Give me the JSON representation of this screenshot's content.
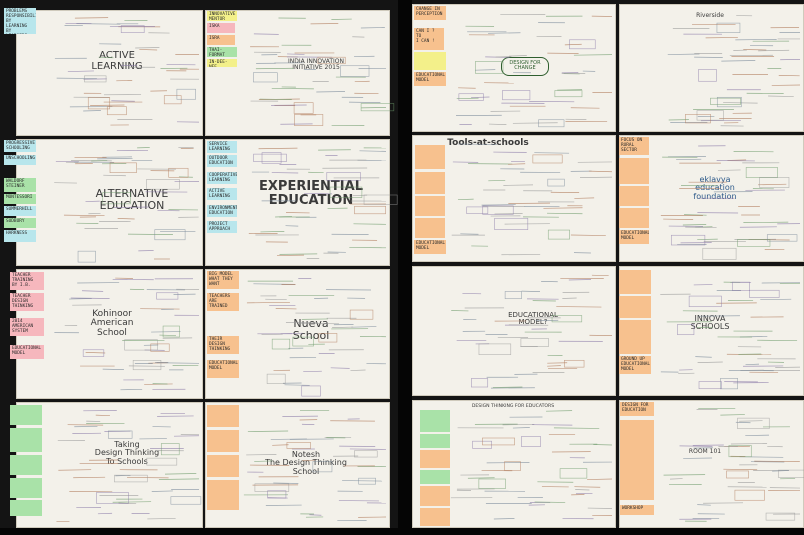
{
  "boards": [
    {
      "id": "active-learning",
      "title": "ACTIVE\nLEARNING"
    },
    {
      "id": "india-innovation",
      "title": "INDIA INNOVATION\nINITIATIVE 2015"
    },
    {
      "id": "design-for-change",
      "title": "DESIGN FOR\nCHANGE"
    },
    {
      "id": "riverside",
      "title": "Riverside"
    },
    {
      "id": "alternative-education",
      "title": "ALTERNATIVE\nEDUCATION"
    },
    {
      "id": "experiential-education",
      "title": "EXPERIENTIAL\nEDUCATION"
    },
    {
      "id": "tools-at-schools",
      "title": "Tools-at-schools"
    },
    {
      "id": "eklavya",
      "title": "eklavya\neducation\nfoundation"
    },
    {
      "id": "kohinoor",
      "title": "Kohinoor\nAmerican\nSchool"
    },
    {
      "id": "nueva",
      "title": "Nueva\nSchool"
    },
    {
      "id": "educational-model",
      "title": "EDUCATIONAL\nMODEL?"
    },
    {
      "id": "innova",
      "title": "INNOVA\nSCHOOLS"
    },
    {
      "id": "taking-dt",
      "title": "Taking\nDesign Thinking\nTo Schools"
    },
    {
      "id": "notesh",
      "title": "Notesh\nThe Design Thinking\nSchool"
    },
    {
      "id": "dt-educators",
      "title": "DESIGN THINKING FOR EDUCATORS"
    },
    {
      "id": "room-101",
      "title": "ROOM 101"
    }
  ],
  "notes": {
    "n1": "PROBLEMS\nRESPONSIBILITY\nBY LEARNING\nBY LEARNERS",
    "n2": "INNOVATIVE\nMENTOR",
    "n3": "ISKA",
    "n4": "ISRA",
    "n5": "THAI-\nFORMAT",
    "n6": "IN-DEE-NEE",
    "n7": "PROGRESSIVE\nSCHOOLING",
    "n8": "UNSCHOOLING",
    "n9": "WALDORF\nSTEINER",
    "n10": "MONTESSORI",
    "n11": "SUMMERHILL",
    "n12": "SUDBURY",
    "n13": "HARKNESS",
    "n14": "SERVICE\nLEARNING",
    "n15": "OUTDOOR\nEDUCATION",
    "n16": "COOPERATIVE\nLEARNING",
    "n17": "ACTIVE\nLEARNING",
    "n18": "ENVIRONMENTAL\nEDUCATION",
    "n19": "PROJECT\nAPPROACH",
    "n20": "TEACHER\nTRAINING\nBY I.B.",
    "n21": "TEACHER\nDESIGN\nTHINKING",
    "n22": "2014\nAMERICAN\nSYSTEM",
    "n23": "EDUCATIONAL\nMODEL",
    "n24": "BIG MODEL\nWHAT THEY\nWANT",
    "n25": "TEACHERS ARE\nTRAINED",
    "n26": "THEIR\nDESIGN\nTHINKING",
    "n27": "EDUCATIONAL\nMODEL",
    "n28": "CHANGE IN\nPERCEPTION",
    "n29": "CAN I ?\nTO\nI CAN !",
    "n30": "EDUCATIONAL\nMODEL",
    "n31": "FOCUS ON\nRURAL\nSECTOR",
    "n32": "EDUCATIONAL\nMODEL",
    "n33": "GROUND UP\nEDUCATIONAL\nMODEL",
    "n34": "WORKSHOP",
    "n35": "EDUCATIONAL\nMODEL",
    "n36": "DESIGN FOR\nEDUCATION"
  }
}
